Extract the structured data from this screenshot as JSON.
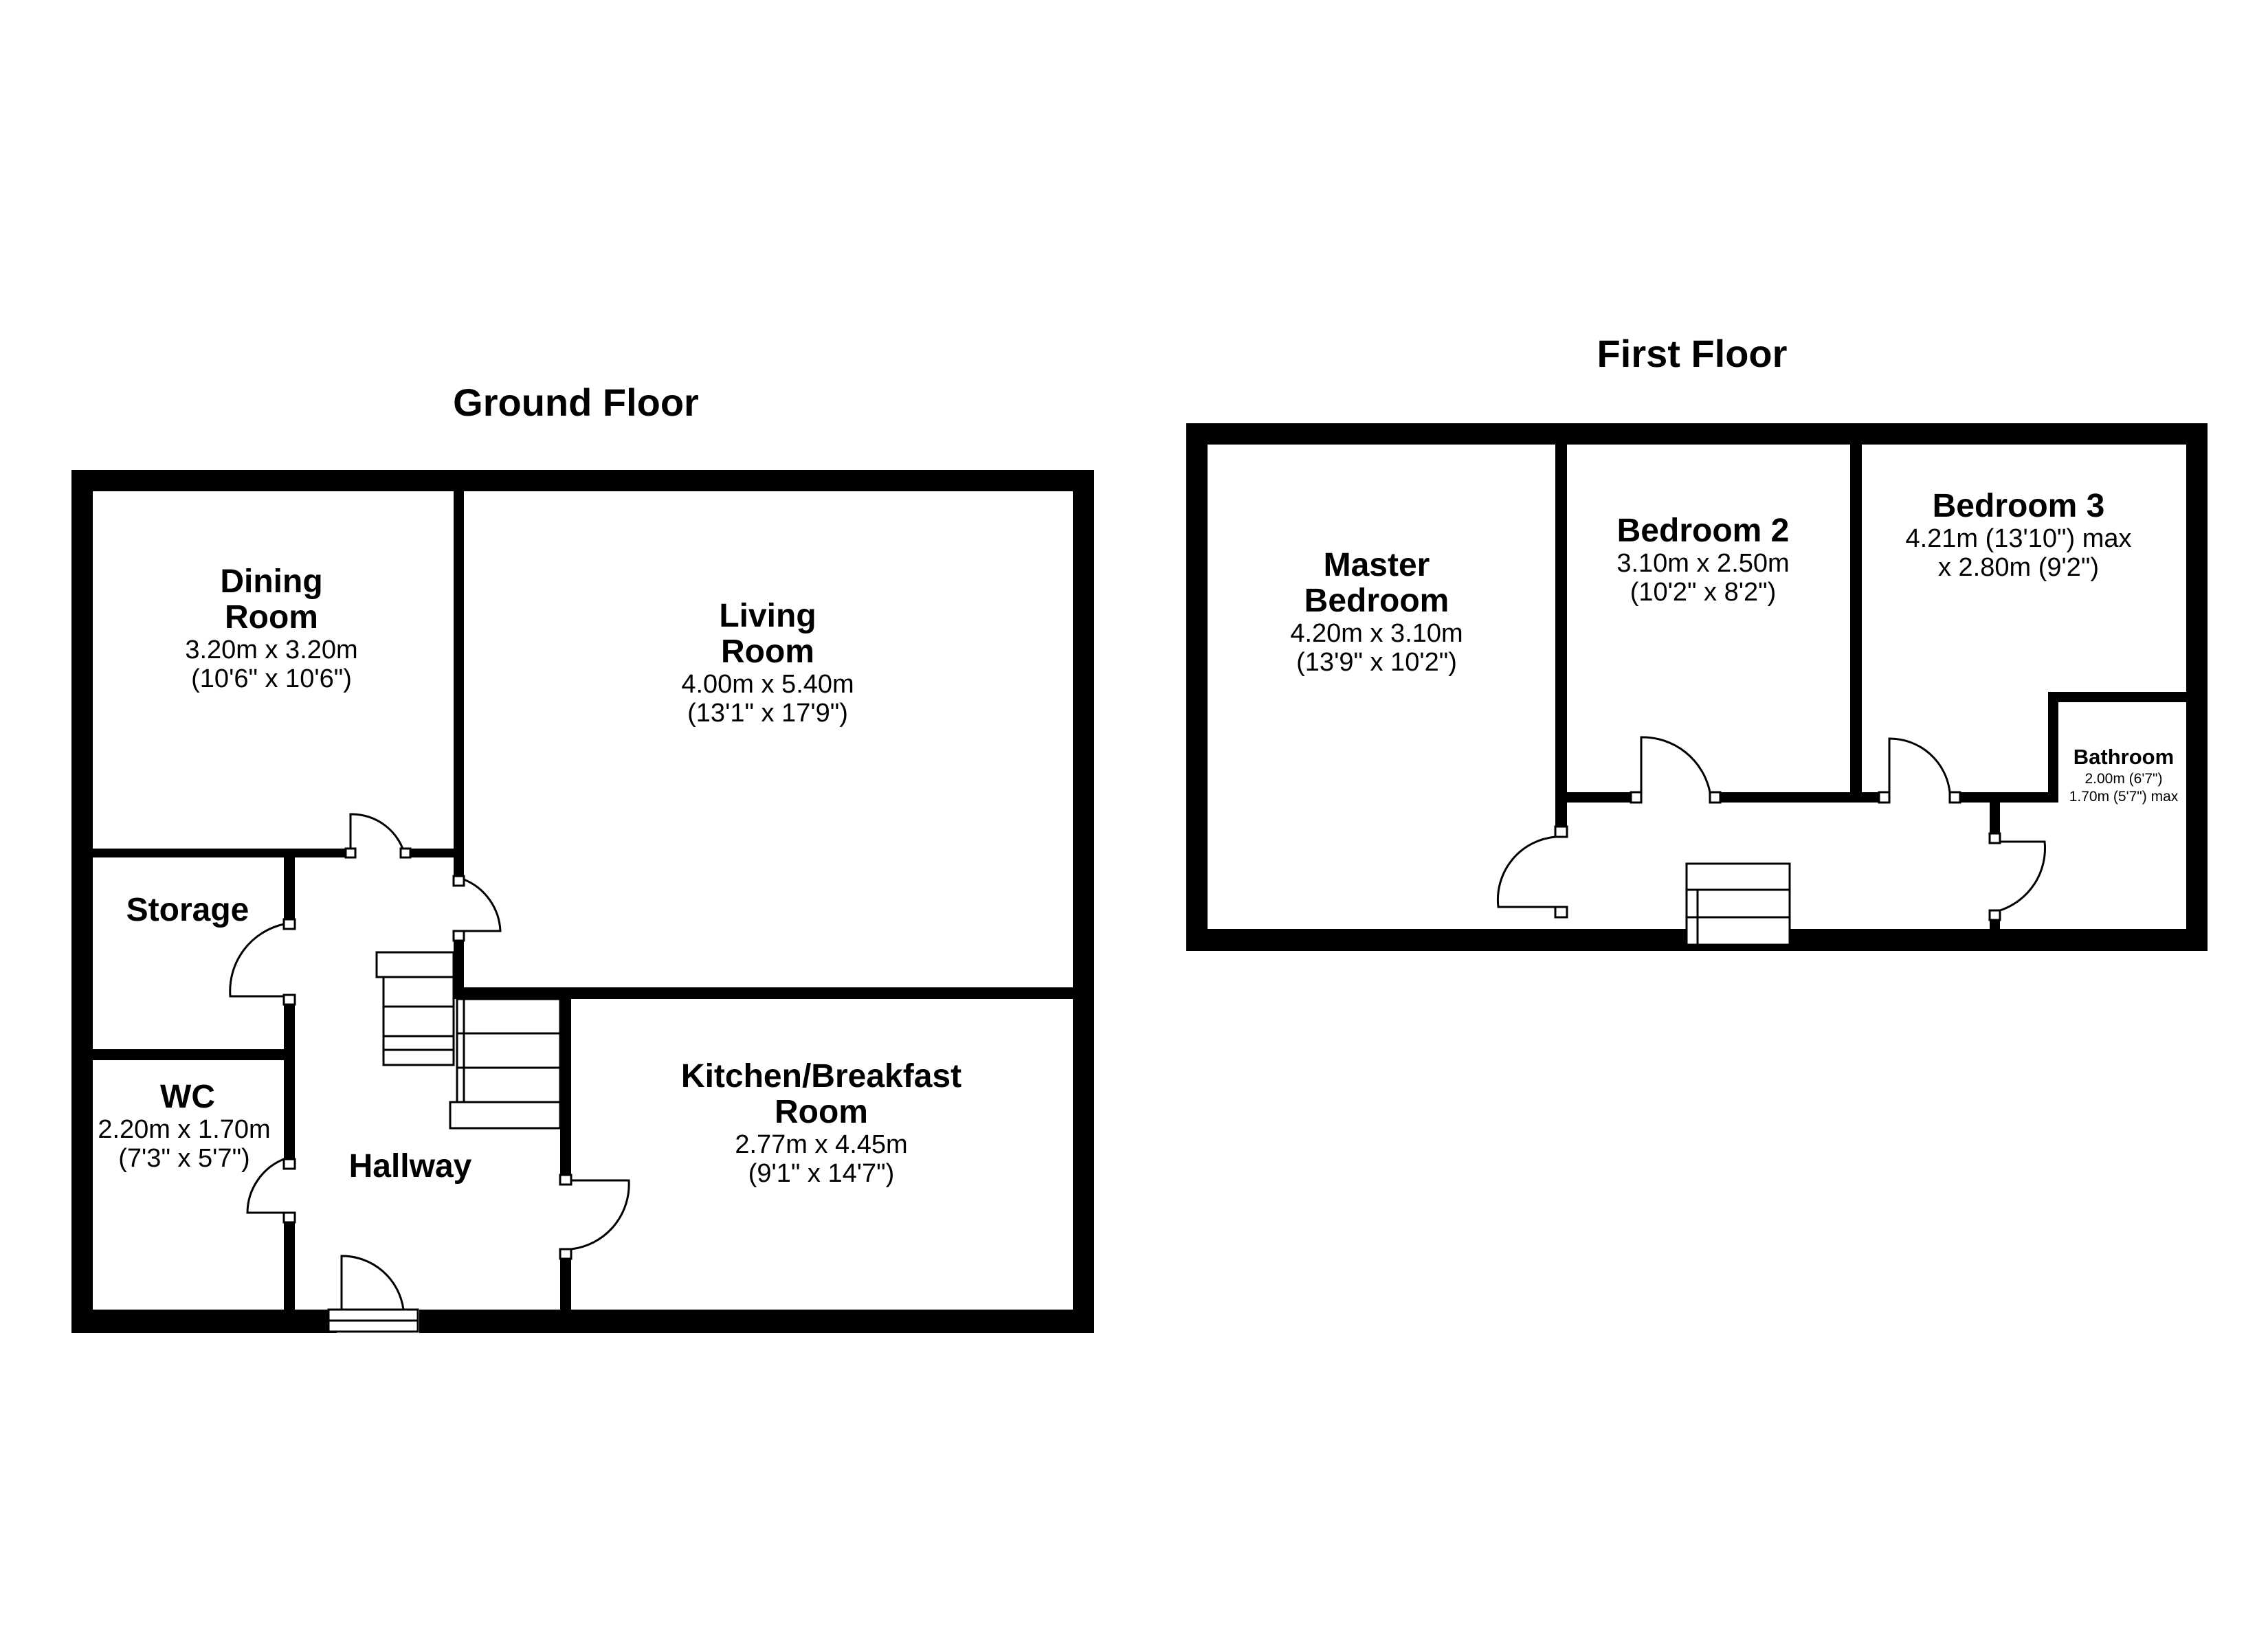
{
  "ground_floor": {
    "title": "Ground Floor",
    "dining": {
      "name1": "Dining",
      "name2": "Room",
      "metric": "3.20m x 3.20m",
      "imperial": "(10'6\" x 10'6\")"
    },
    "living": {
      "name1": "Living",
      "name2": "Room",
      "metric": "4.00m x 5.40m",
      "imperial": "(13'1\" x 17'9\")"
    },
    "storage": {
      "name": "Storage"
    },
    "wc": {
      "name": "WC",
      "metric": "2.20m x 1.70m",
      "imperial": "(7'3\" x 5'7\")"
    },
    "hallway": {
      "name": "Hallway"
    },
    "kitchen": {
      "name1": "Kitchen/Breakfast",
      "name2": "Room",
      "metric": "2.77m x 4.45m",
      "imperial": "(9'1\" x 14'7\")"
    }
  },
  "first_floor": {
    "title": "First Floor",
    "master": {
      "name1": "Master",
      "name2": "Bedroom",
      "metric": "4.20m x 3.10m",
      "imperial": "(13'9\" x 10'2\")"
    },
    "bedroom2": {
      "name": "Bedroom 2",
      "metric": "3.10m x 2.50m",
      "imperial": "(10'2\" x 8'2\")"
    },
    "bedroom3": {
      "name": "Bedroom 3",
      "line1": "4.21m (13'10\") max",
      "line2": "x 2.80m (9'2\")"
    },
    "bathroom": {
      "name": "Bathroom",
      "line1": "2.00m (6'7\")",
      "line2": "1.70m (5'7\") max"
    }
  },
  "colors": {
    "wall": "#000000",
    "background": "#ffffff"
  }
}
